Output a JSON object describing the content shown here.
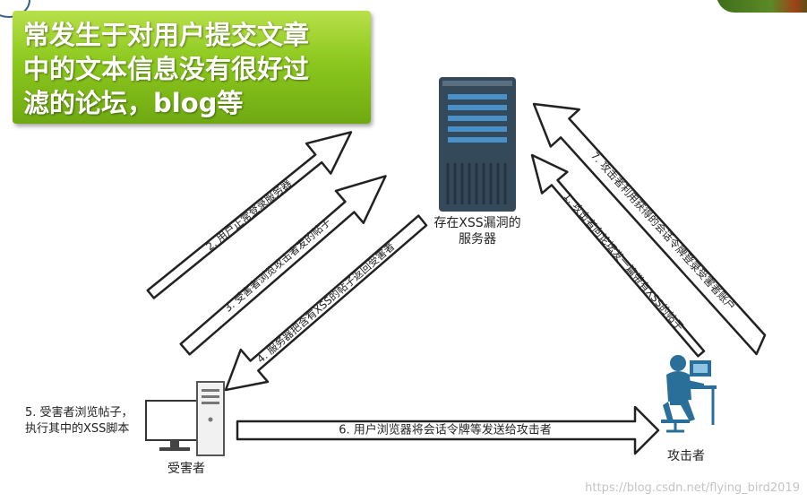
{
  "banner": {
    "lines": [
      "常发生于对用户提交文章",
      "中的文本信息没有很好过",
      "滤的论坛，blog等"
    ]
  },
  "nodes": {
    "server": {
      "lines": [
        "存在XSS漏洞的",
        "服务器"
      ]
    },
    "victim": {
      "label": "受害者",
      "step5": [
        "5. 受害者浏览帖子，",
        "执行其中的XSS脚本"
      ]
    },
    "attacker": {
      "label": "攻击者"
    }
  },
  "steps": {
    "s1": "1. 攻击者向论坛发一篇带有XSS的帖子",
    "s2": "2. 用户正常登录服务器",
    "s3": "3. 受害者浏览攻击者发的帖子",
    "s4": "4. 服务器把含有XSS的帖子返回受害者",
    "s6": "6. 用户浏览器将会话令牌等发送给攻击者",
    "s7": "7. 攻击者利用获得的会话令牌登录受害者账户"
  },
  "watermark": "https://blog.csdn.net/flying_bird2019",
  "colors": {
    "banner_green": "#8cc81e",
    "server_dark": "#34495a",
    "server_bar": "#4a90c8",
    "attacker_blue": "#2a6f9a",
    "arrow_stroke": "#222222"
  }
}
